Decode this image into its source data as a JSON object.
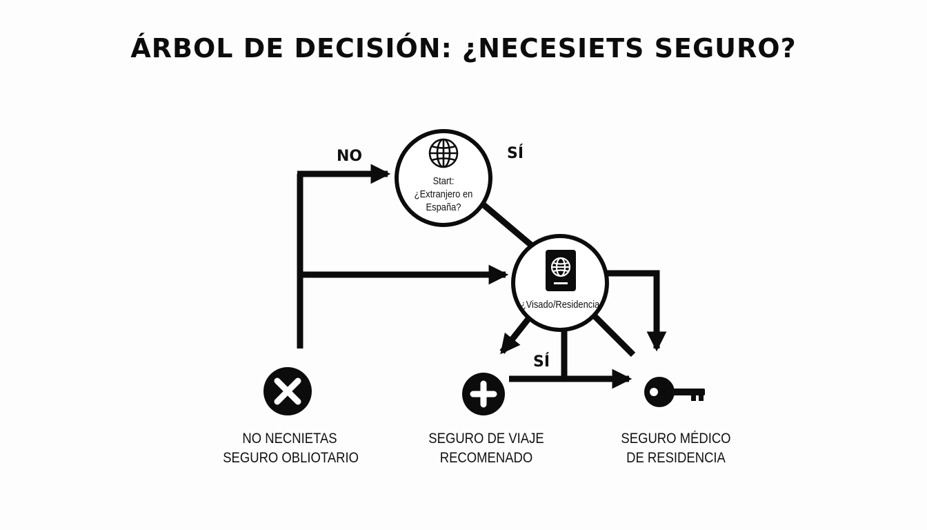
{
  "title": "ÁRBOL DE DECISIÓN: ¿NECESIETS SEGURO?",
  "edge_labels": {
    "no_top": "NO",
    "si_top": "SÍ",
    "si_bottom": "SÍ"
  },
  "nodes": {
    "start": {
      "icon": "globe-icon",
      "line1": "Start:",
      "line2": "¿Extranjero en",
      "line3": "España?"
    },
    "visa": {
      "icon": "passport-icon",
      "line1": "¿Visado/Residencia"
    }
  },
  "outcomes": {
    "no_insurance": {
      "icon": "x-circle-icon",
      "line1": "NO NECNIETAS",
      "line2": "SEGURO OBLIOTARIO"
    },
    "travel_insurance": {
      "icon": "plus-circle-icon",
      "line1": "SEGURO DE VIAJE",
      "line2": "RECOMENADO"
    },
    "residence_insurance": {
      "icon": "key-icon",
      "line1": "SEGURO MÉDICO",
      "line2": "DE RESIDENCIA"
    }
  },
  "colors": {
    "ink": "#0c0c0c",
    "background": "#fdfdfd"
  }
}
